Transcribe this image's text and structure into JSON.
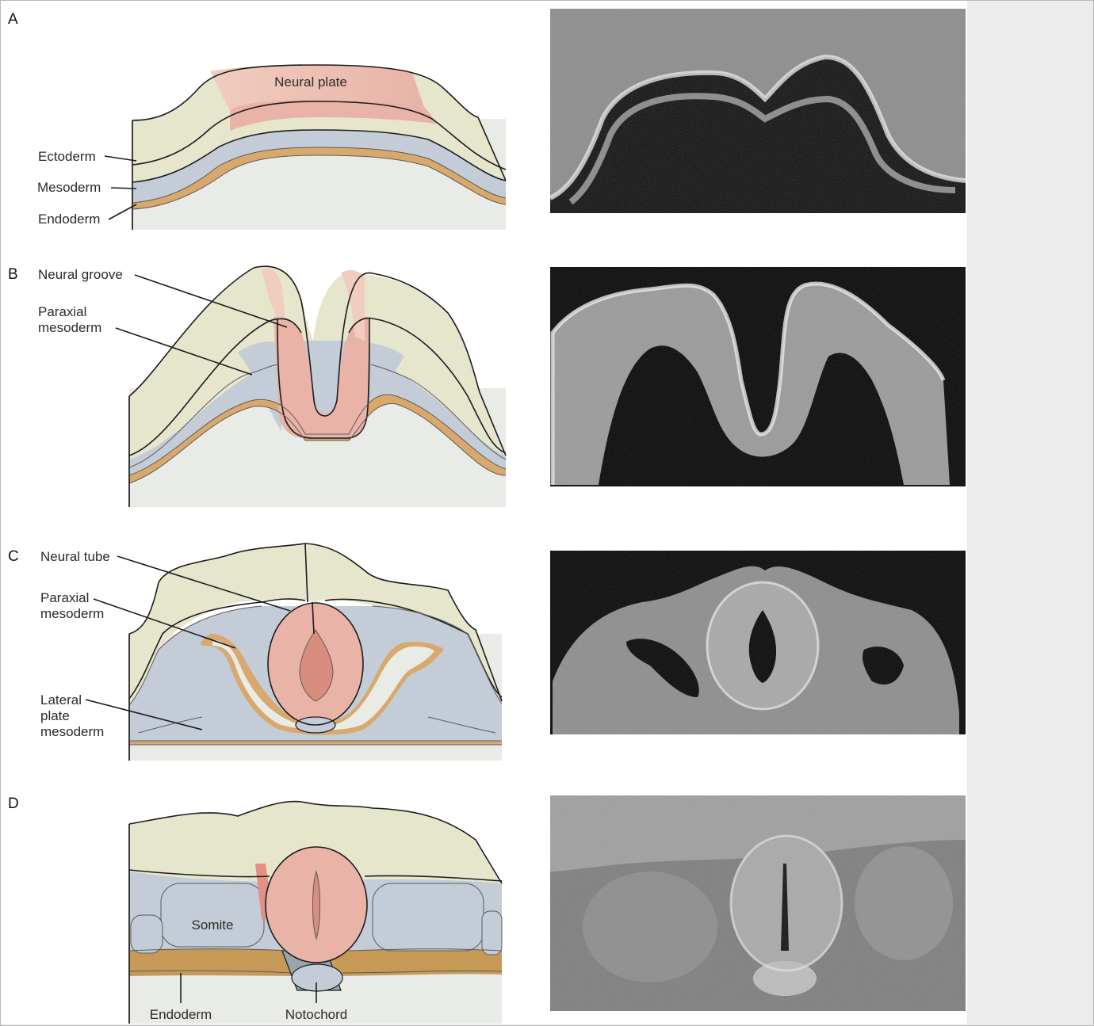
{
  "panels": [
    {
      "letter": "A",
      "labels": {
        "neural_plate": "Neural plate",
        "ectoderm": "Ectoderm",
        "mesoderm": "Mesoderm",
        "endoderm": "Endoderm"
      }
    },
    {
      "letter": "B",
      "labels": {
        "neural_groove": "Neural groove",
        "paraxial_1": "Paraxial",
        "paraxial_2": "mesoderm"
      }
    },
    {
      "letter": "C",
      "labels": {
        "neural_tube": "Neural tube",
        "paraxial_1": "Paraxial",
        "paraxial_2": "mesoderm",
        "lateral_1": "Lateral",
        "lateral_2": "plate",
        "lateral_3": "mesoderm"
      }
    },
    {
      "letter": "D",
      "labels": {
        "somite": "Somite",
        "endoderm": "Endoderm",
        "notochord": "Notochord"
      }
    }
  ],
  "colors": {
    "ectoderm": "#e6e6cd",
    "neural": "#e9b3a7",
    "mesoderm": "#c3ccd7",
    "endoderm": "#d8a86c",
    "background": "#e9ebe6"
  }
}
